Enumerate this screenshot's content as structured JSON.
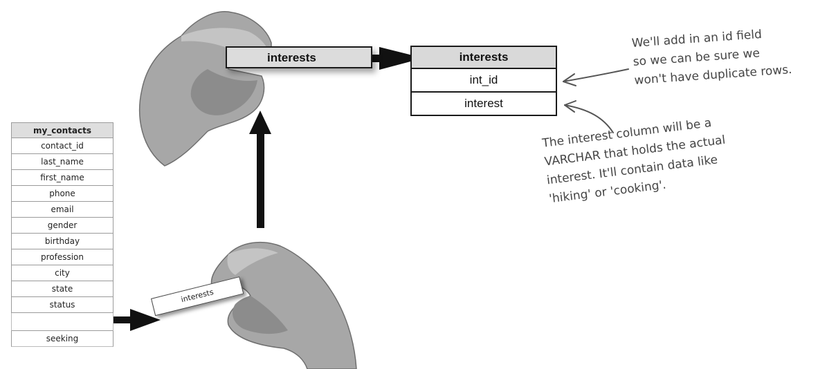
{
  "my_contacts": {
    "title": "my_contacts",
    "columns": [
      "contact_id",
      "last_name",
      "first_name",
      "phone",
      "email",
      "gender",
      "birthday",
      "profession",
      "city",
      "state",
      "status"
    ],
    "remaining_column": "seeking"
  },
  "moving_label": "interests",
  "held_label": "interests",
  "new_table": {
    "title": "interests",
    "columns": [
      "int_id",
      "interest"
    ]
  },
  "notes": {
    "id_field": [
      "We'll add in an id field",
      "so we can be sure we",
      "won't have duplicate rows."
    ],
    "interest_column": [
      "The interest column will be a",
      "VARCHAR that holds the actual",
      "interest. It'll contain data like",
      "'hiking' or 'cooking'."
    ]
  }
}
